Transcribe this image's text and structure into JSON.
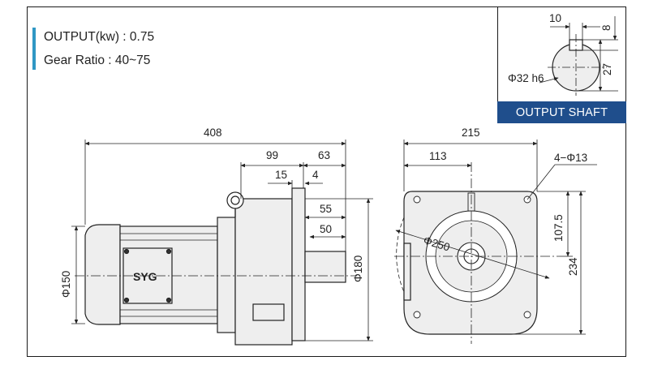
{
  "specs": {
    "output": "OUTPUT(kw) : 0.75",
    "gear_ratio": "Gear Ratio : 40~75"
  },
  "output_shaft": {
    "label": "OUTPUT SHAFT",
    "key_width": "10",
    "key_depth": "8",
    "key_height": "27",
    "diameter": "Φ32 h6"
  },
  "side_view": {
    "overall_length": "408",
    "flange_to_end": "99",
    "shaft_length": "63",
    "flange_thickness": "15",
    "shaft_shoulder": "4",
    "shaft_step": "55",
    "key_length": "50",
    "motor_diameter": "Φ150",
    "flange_diameter": "Φ180",
    "brand": "SYG"
  },
  "front_view": {
    "width": "215",
    "half_width": "113",
    "bolt_holes": "4−Φ13",
    "center_height": "107.5",
    "overall_height": "234",
    "pcd": "Φ250"
  },
  "colors": {
    "accent_bar": "#2f97c4",
    "label_bg": "#1f4e8c",
    "body_fill": "#eeeeee",
    "line": "#222222"
  }
}
